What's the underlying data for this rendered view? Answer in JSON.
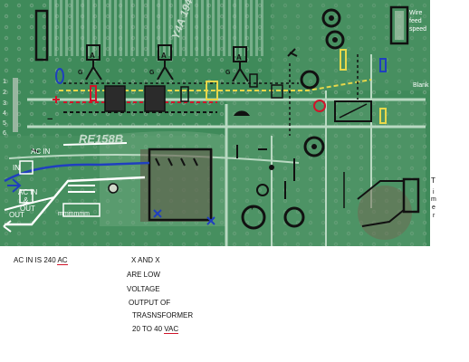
{
  "board": {
    "silkscreen_code": "RE158B",
    "silkscreen_mark": "Y4A 194",
    "pin_numbers": [
      "1",
      "2",
      "3",
      "4",
      "5",
      "6"
    ],
    "gate_labels": [
      "G",
      "G",
      "G"
    ],
    "anode_labels": [
      "A",
      "A",
      "A"
    ],
    "zigzag_label": "mmmmmm",
    "minus_sign": "−",
    "capacitor_plus": "+"
  },
  "labels": {
    "wire_feed": [
      "Wire",
      "feed",
      "speed"
    ],
    "blank": "Blank",
    "t_letters": [
      "T",
      "i",
      "m",
      "e",
      "r"
    ],
    "ac_in_top": "AC IN",
    "in": "IN",
    "ac_in_mid": [
      "AC IN",
      "&",
      "OUT"
    ],
    "out": "OUT"
  },
  "notes": {
    "line1_prefix": "AC IN IS 240",
    "line1_underlined": "AC",
    "line2": "X AND X",
    "line3": "ARE LOW",
    "line4": "VOLTAGE",
    "line5": "OUTPUT OF",
    "line6": "TRASNSFORMER",
    "line7_prefix": "20 TO 40",
    "line7_underlined": "VAC"
  },
  "colors": {
    "board_green": "#3f8a5a",
    "trace_light": "#b9d9c2",
    "annotation_black": "#111111",
    "annotation_blue": "#1f3fbf",
    "annotation_red": "#d0142a",
    "annotation_yellow": "#e8d84a"
  }
}
